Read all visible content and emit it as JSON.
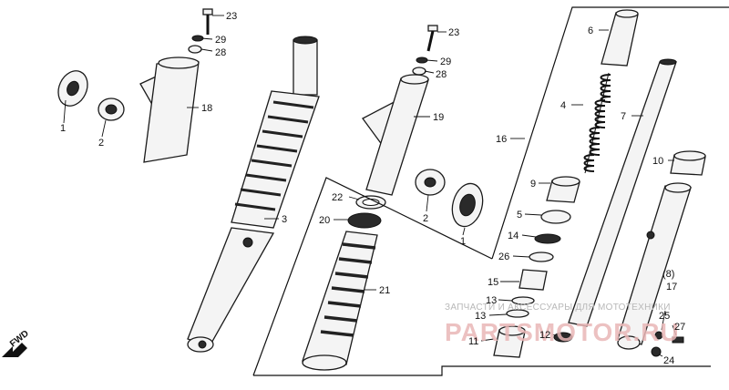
{
  "parts_left": [
    "23",
    "29",
    "28",
    "1",
    "2",
    "18",
    "3"
  ],
  "parts_middle": [
    "23",
    "29",
    "28",
    "19",
    "22",
    "20",
    "2",
    "1",
    "21"
  ],
  "parts_right": [
    "6",
    "4",
    "16",
    "7",
    "9",
    "10",
    "5",
    "14",
    "26",
    "15",
    "13",
    "13",
    "11",
    "12",
    "(8)",
    "17",
    "25",
    "27",
    "24"
  ],
  "direction_label": "FWD",
  "watermark": {
    "line": "ЗАПЧАСТИ И АКСЕССУАРЫ ДЛЯ МОТОТЕХНИКИ",
    "logo": "PARTSMOTOR.RU"
  },
  "colors": {
    "ink": "#111111",
    "watermark_logo": "#e9b7b7"
  }
}
